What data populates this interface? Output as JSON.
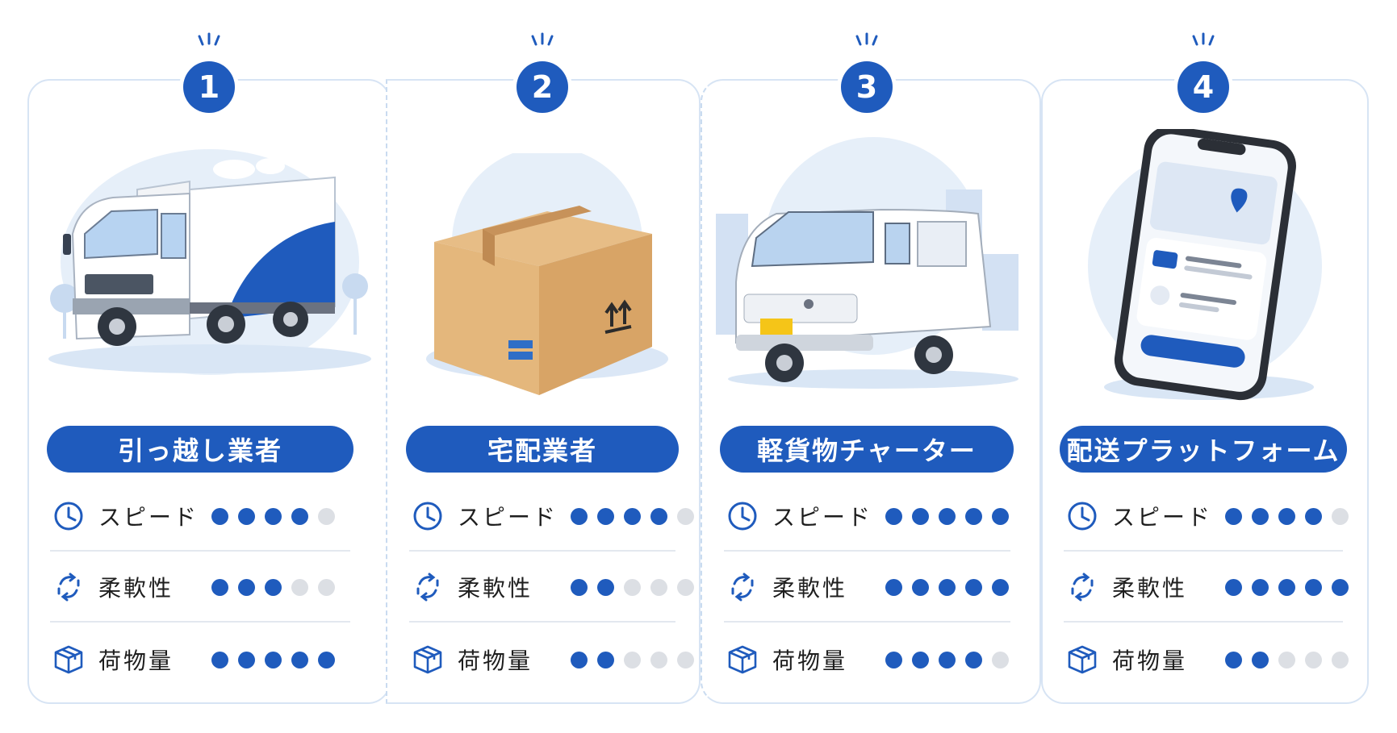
{
  "metric_labels": {
    "speed": "スピード",
    "flexibility": "柔軟性",
    "capacity": "荷物量"
  },
  "icons": {
    "speed": "clock-icon",
    "flexibility": "arrows-exchange-icon",
    "capacity": "box-3d-icon"
  },
  "colors": {
    "accent": "#1f5bbd",
    "dot_off": "#dcdfe4",
    "border": "#d7e4f4"
  },
  "cards": [
    {
      "number": "1",
      "title": "引っ越し業者",
      "illustration": "moving-truck",
      "ratings": {
        "speed": 4,
        "flexibility": 3,
        "capacity": 5
      },
      "max": 5
    },
    {
      "number": "2",
      "title": "宅配業者",
      "illustration": "cardboard-box",
      "ratings": {
        "speed": 4,
        "flexibility": 2,
        "capacity": 2
      },
      "max": 5
    },
    {
      "number": "3",
      "title": "軽貨物チャーター",
      "illustration": "light-van",
      "ratings": {
        "speed": 5,
        "flexibility": 5,
        "capacity": 4
      },
      "max": 5
    },
    {
      "number": "4",
      "title": "配送プラットフォーム",
      "illustration": "smartphone-app",
      "ratings": {
        "speed": 4,
        "flexibility": 5,
        "capacity": 2
      },
      "max": 5
    }
  ]
}
